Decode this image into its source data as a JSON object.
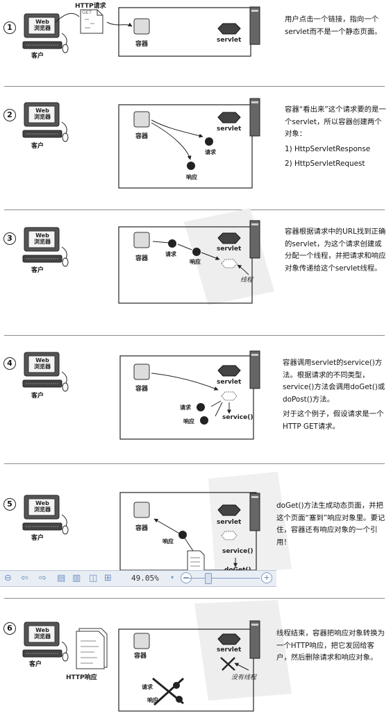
{
  "steps": [
    {
      "num": "1",
      "description": [
        "用户点击一个链接，指向一个servlet而不是一个静态页面。"
      ]
    },
    {
      "num": "2",
      "description": [
        "容器“看出来”这个请求要的是一个servlet，所以容器创建两个对象：",
        "1) HttpServletResponse",
        "2) HttpServletRequest"
      ]
    },
    {
      "num": "3",
      "description": [
        "容器根据请求中的URL找到正确的servlet，为这个请求创建或分配一个线程，并把请求和响应对象传递给这个servlet线程。"
      ]
    },
    {
      "num": "4",
      "description": [
        "容器调用servlet的service()方法。根据请求的不同类型，service()方法会调用doGet()或doPost()方法。",
        "对于这个例子，假设请求是一个HTTP GET请求。"
      ]
    },
    {
      "num": "5",
      "description": [
        "doGet()方法生成动态页面，并把这个页面“塞到”响应对象里。要记住，容器还有响应对象的一个引用！"
      ]
    },
    {
      "num": "6",
      "description": [
        "线程结束，容器把响应对象转换为一个HTTP响应，把它发回给客户，然后删除请求和响应对象。"
      ]
    }
  ],
  "labels": {
    "client": "客户",
    "browser": "Web\n浏览器",
    "container": "容器",
    "servlet": "servlet",
    "request": "请求",
    "response": "响应",
    "http_request": "HTTP请求",
    "http_response": "HTTP响应",
    "get": "GET",
    "thread": "线程",
    "no_thread": "没有线程",
    "service": "service()",
    "doget": "doGet()"
  },
  "toolbar": {
    "zoom": "49.05%"
  }
}
